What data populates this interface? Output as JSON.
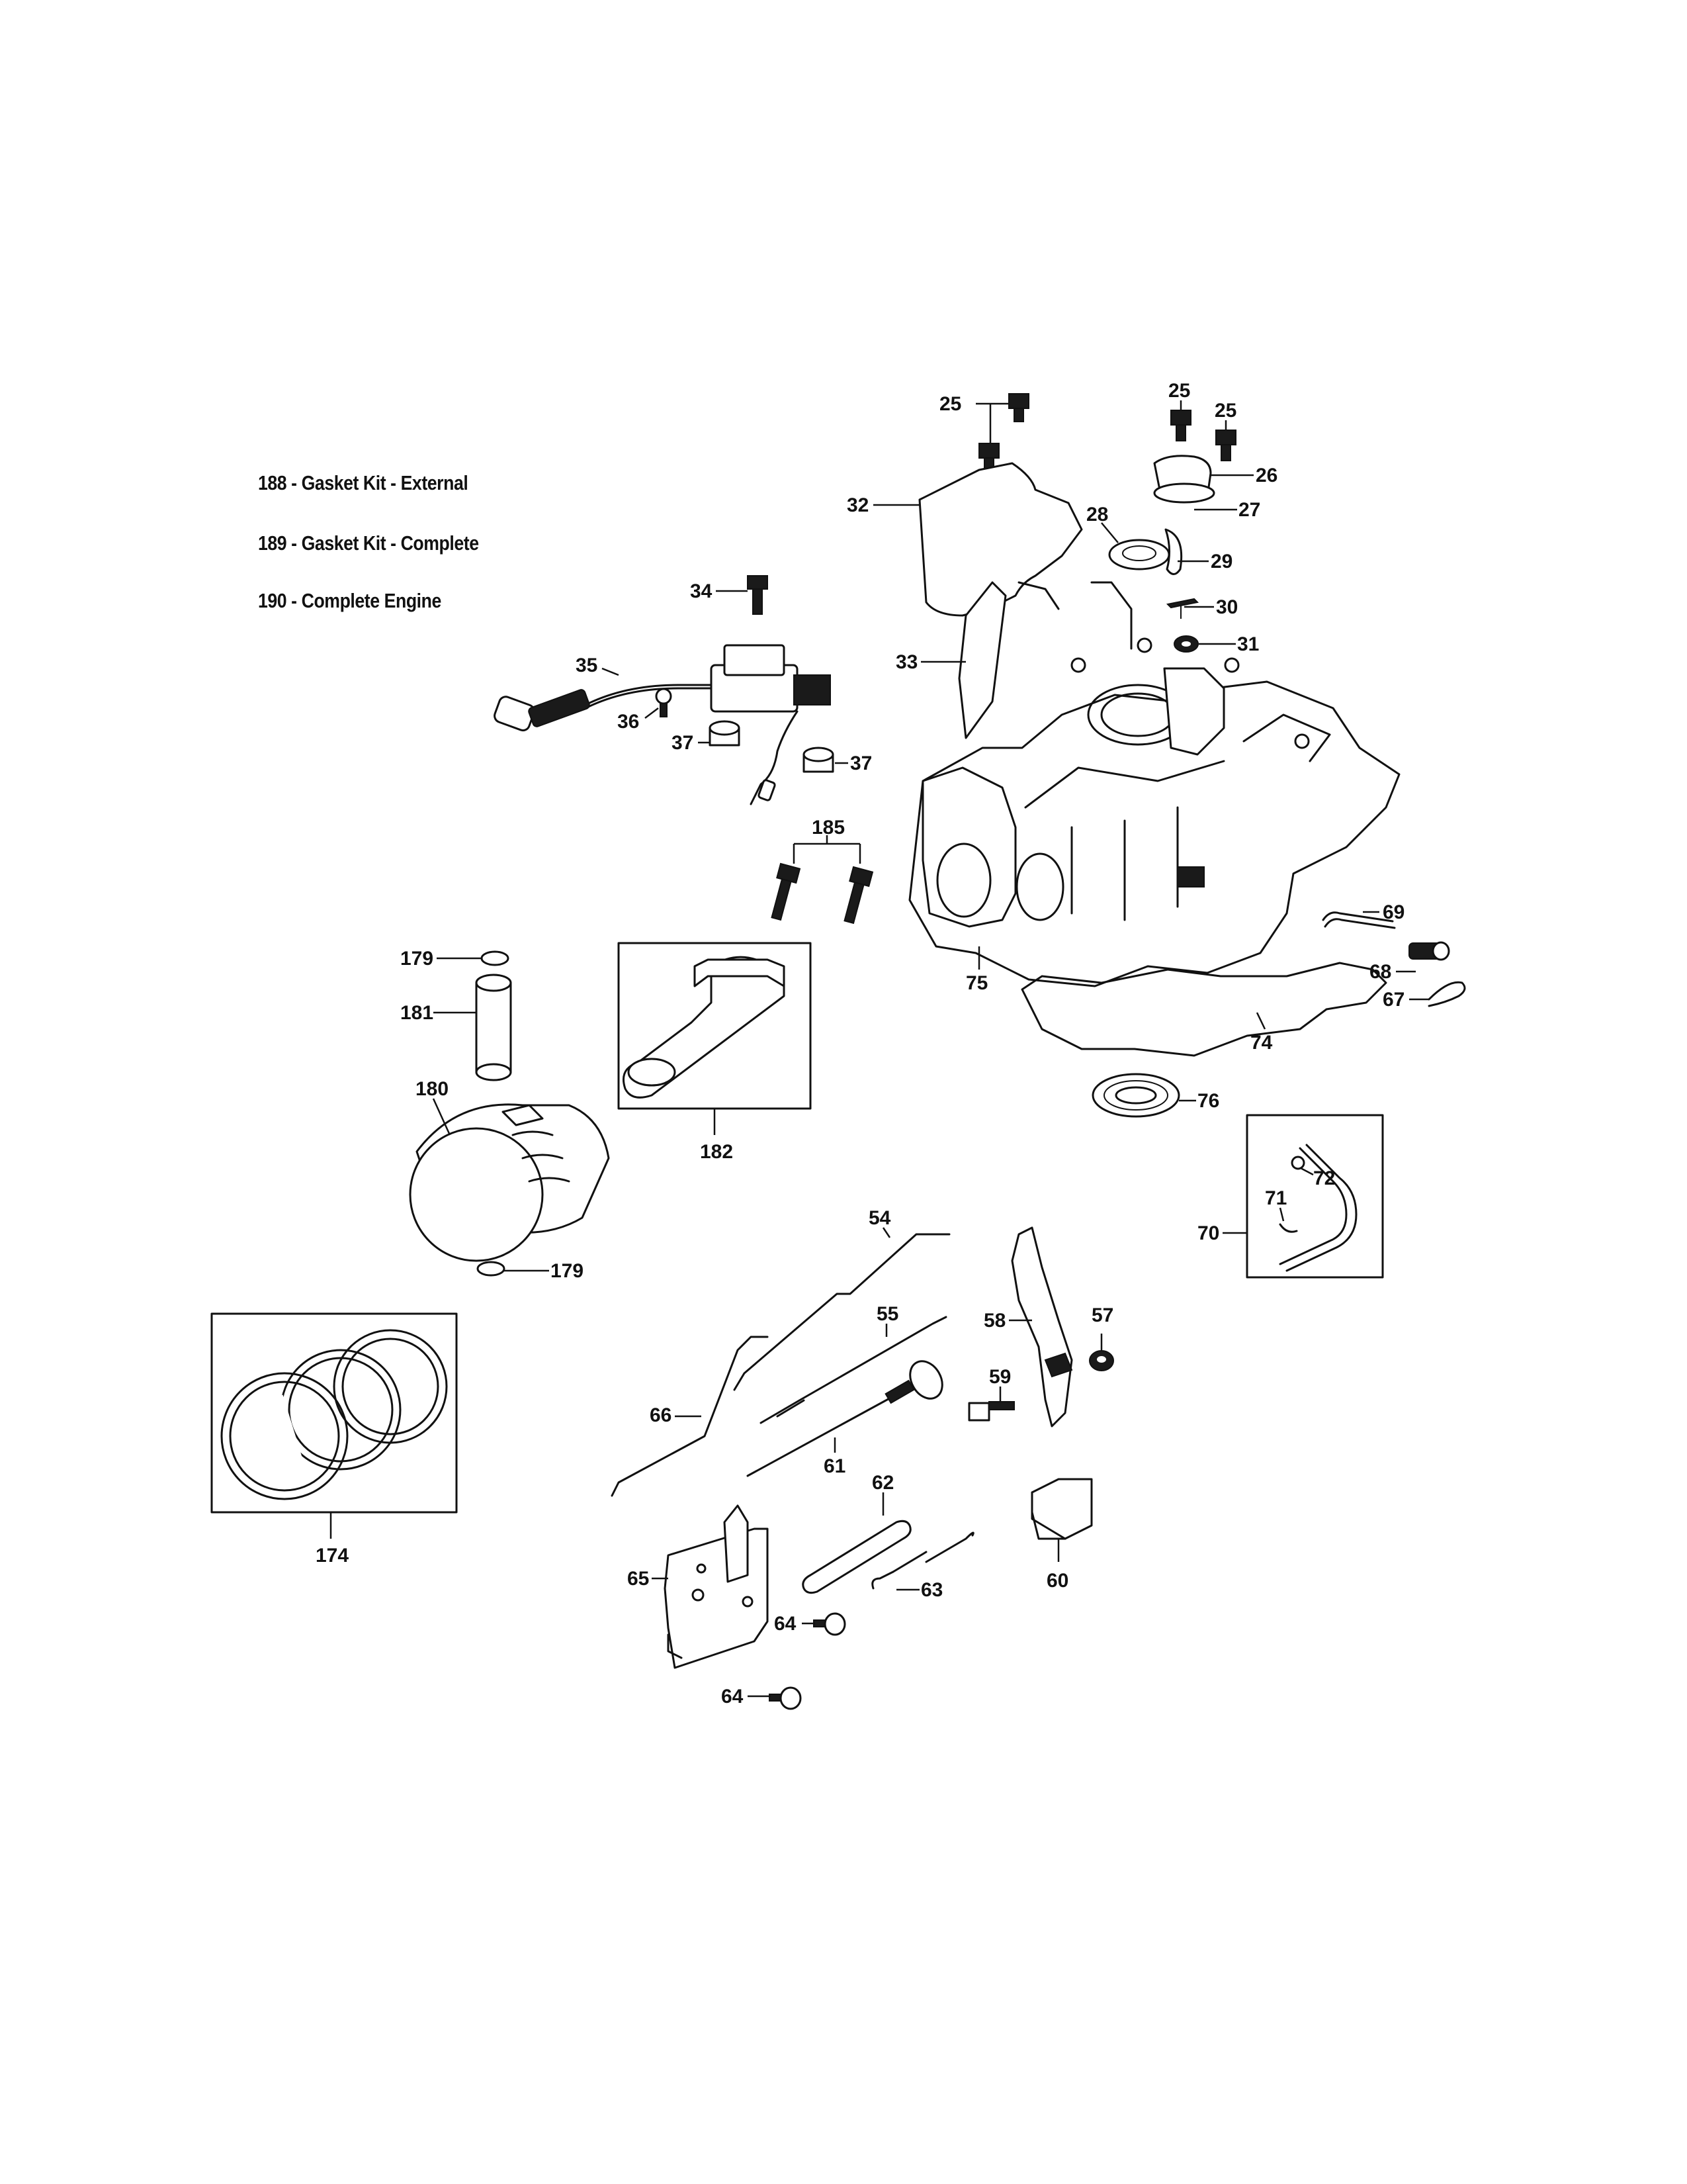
{
  "legend": [
    {
      "number": "188",
      "text": "Gasket Kit - External"
    },
    {
      "number": "189",
      "text": "Gasket Kit - Complete"
    },
    {
      "number": "190",
      "text": "Complete Engine"
    }
  ],
  "callouts": {
    "c25a": "25",
    "c25b": "25",
    "c25c": "25",
    "c26": "26",
    "c27": "27",
    "c28": "28",
    "c29": "29",
    "c30": "30",
    "c31": "31",
    "c32": "32",
    "c33": "33",
    "c34": "34",
    "c35": "35",
    "c36": "36",
    "c37a": "37",
    "c37b": "37",
    "c185": "185",
    "c69": "69",
    "c68": "68",
    "c67": "67",
    "c75": "75",
    "c74": "74",
    "c76": "76",
    "c179a": "179",
    "c179b": "179",
    "c181": "181",
    "c180": "180",
    "c182": "182",
    "c72": "72",
    "c71": "71",
    "c70": "70",
    "c54": "54",
    "c55": "55",
    "c57": "57",
    "c58": "58",
    "c59": "59",
    "c66": "66",
    "c61": "61",
    "c62": "62",
    "c63": "63",
    "c60": "60",
    "c65": "65",
    "c64a": "64",
    "c64b": "64",
    "c174": "174"
  }
}
